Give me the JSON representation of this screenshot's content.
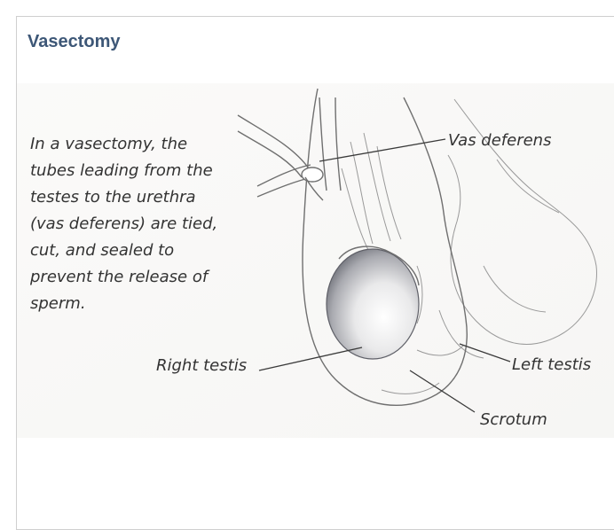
{
  "title": "Vasectomy",
  "caption_lines": [
    "In a vasectomy, the",
    "tubes leading from the",
    "testes to the urethra",
    "(vas deferens) are tied,",
    "cut, and sealed to",
    "prevent the release of",
    "sperm."
  ],
  "labels": {
    "vas_deferens": "Vas deferens",
    "right_testis": "Right testis",
    "left_testis": "Left testis",
    "scrotum": "Scrotum"
  }
}
